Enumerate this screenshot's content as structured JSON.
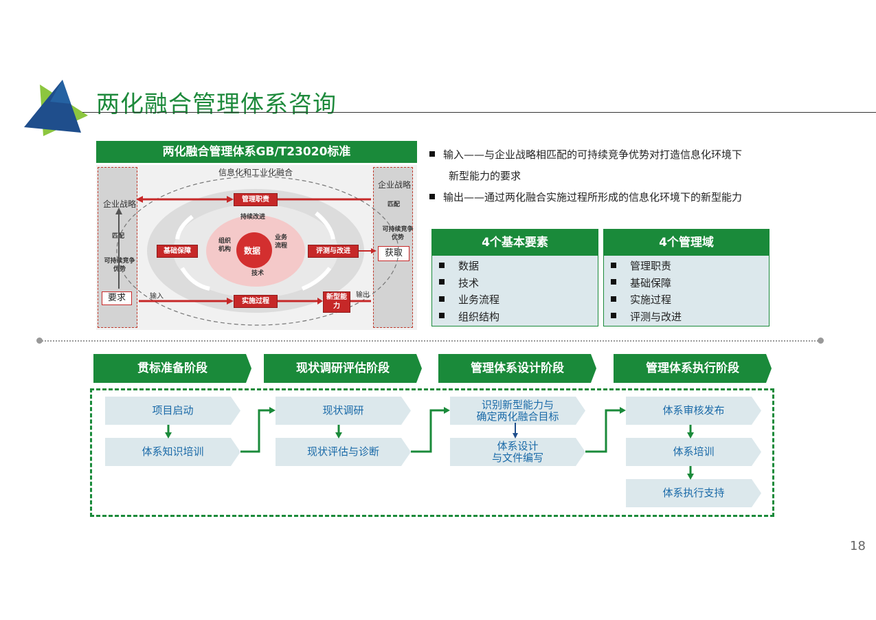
{
  "title": "两化融合管理体系咨询",
  "standard": {
    "header": "两化融合管理体系GB/T23020标准",
    "diagram": {
      "top_label": "信息化和工业化融合",
      "left_col": {
        "strategy": "企业战略",
        "match": "匹配",
        "advantage": "可持续竞争优势",
        "need": "要求"
      },
      "right_col": {
        "strategy": "企业战略",
        "match": "匹配",
        "advantage": "可持续竞争优势",
        "get": "获取"
      },
      "boxes": {
        "mgmt": "管理职责",
        "base": "基础保障",
        "eval": "评测与改进",
        "impl": "实施过程",
        "newcap": "新型能力",
        "data": "数据"
      },
      "ring": {
        "improve": "持续改进",
        "org": "组织机构",
        "process": "业务流程",
        "tech": "技术"
      },
      "input": "输入",
      "output": "输出"
    }
  },
  "bullets": [
    {
      "line1": "输入——与企业战略相匹配的可持续竞争优势对打造信息化环境下",
      "line2": "新型能力的要求"
    },
    {
      "line1": "输出——通过两化融合实施过程所形成的信息化环境下的新型能力"
    }
  ],
  "elements": {
    "title": "4个基本要素",
    "items": [
      "数据",
      "技术",
      "业务流程",
      "组织结构"
    ]
  },
  "domains": {
    "title": "4个管理域",
    "items": [
      "管理职责",
      "基础保障",
      "实施过程",
      "评测与改进"
    ]
  },
  "phases": [
    {
      "title": "贯标准备阶段",
      "steps": [
        "项目启动",
        "体系知识培训"
      ]
    },
    {
      "title": "现状调研评估阶段",
      "steps": [
        "现状调研",
        "现状评估与诊断"
      ]
    },
    {
      "title": "管理体系设计阶段",
      "steps": [
        "识别新型能力与\n确定两化融合目标",
        "体系设计\n与文件编写"
      ]
    },
    {
      "title": "管理体系执行阶段",
      "steps": [
        "体系审核发布",
        "体系培训",
        "体系执行支持"
      ]
    }
  ],
  "page_number": "18",
  "colors": {
    "brand_green": "#1a8a3a",
    "step_fill": "#dce8ec",
    "step_text": "#1a6aa8",
    "red": "#c62828"
  }
}
